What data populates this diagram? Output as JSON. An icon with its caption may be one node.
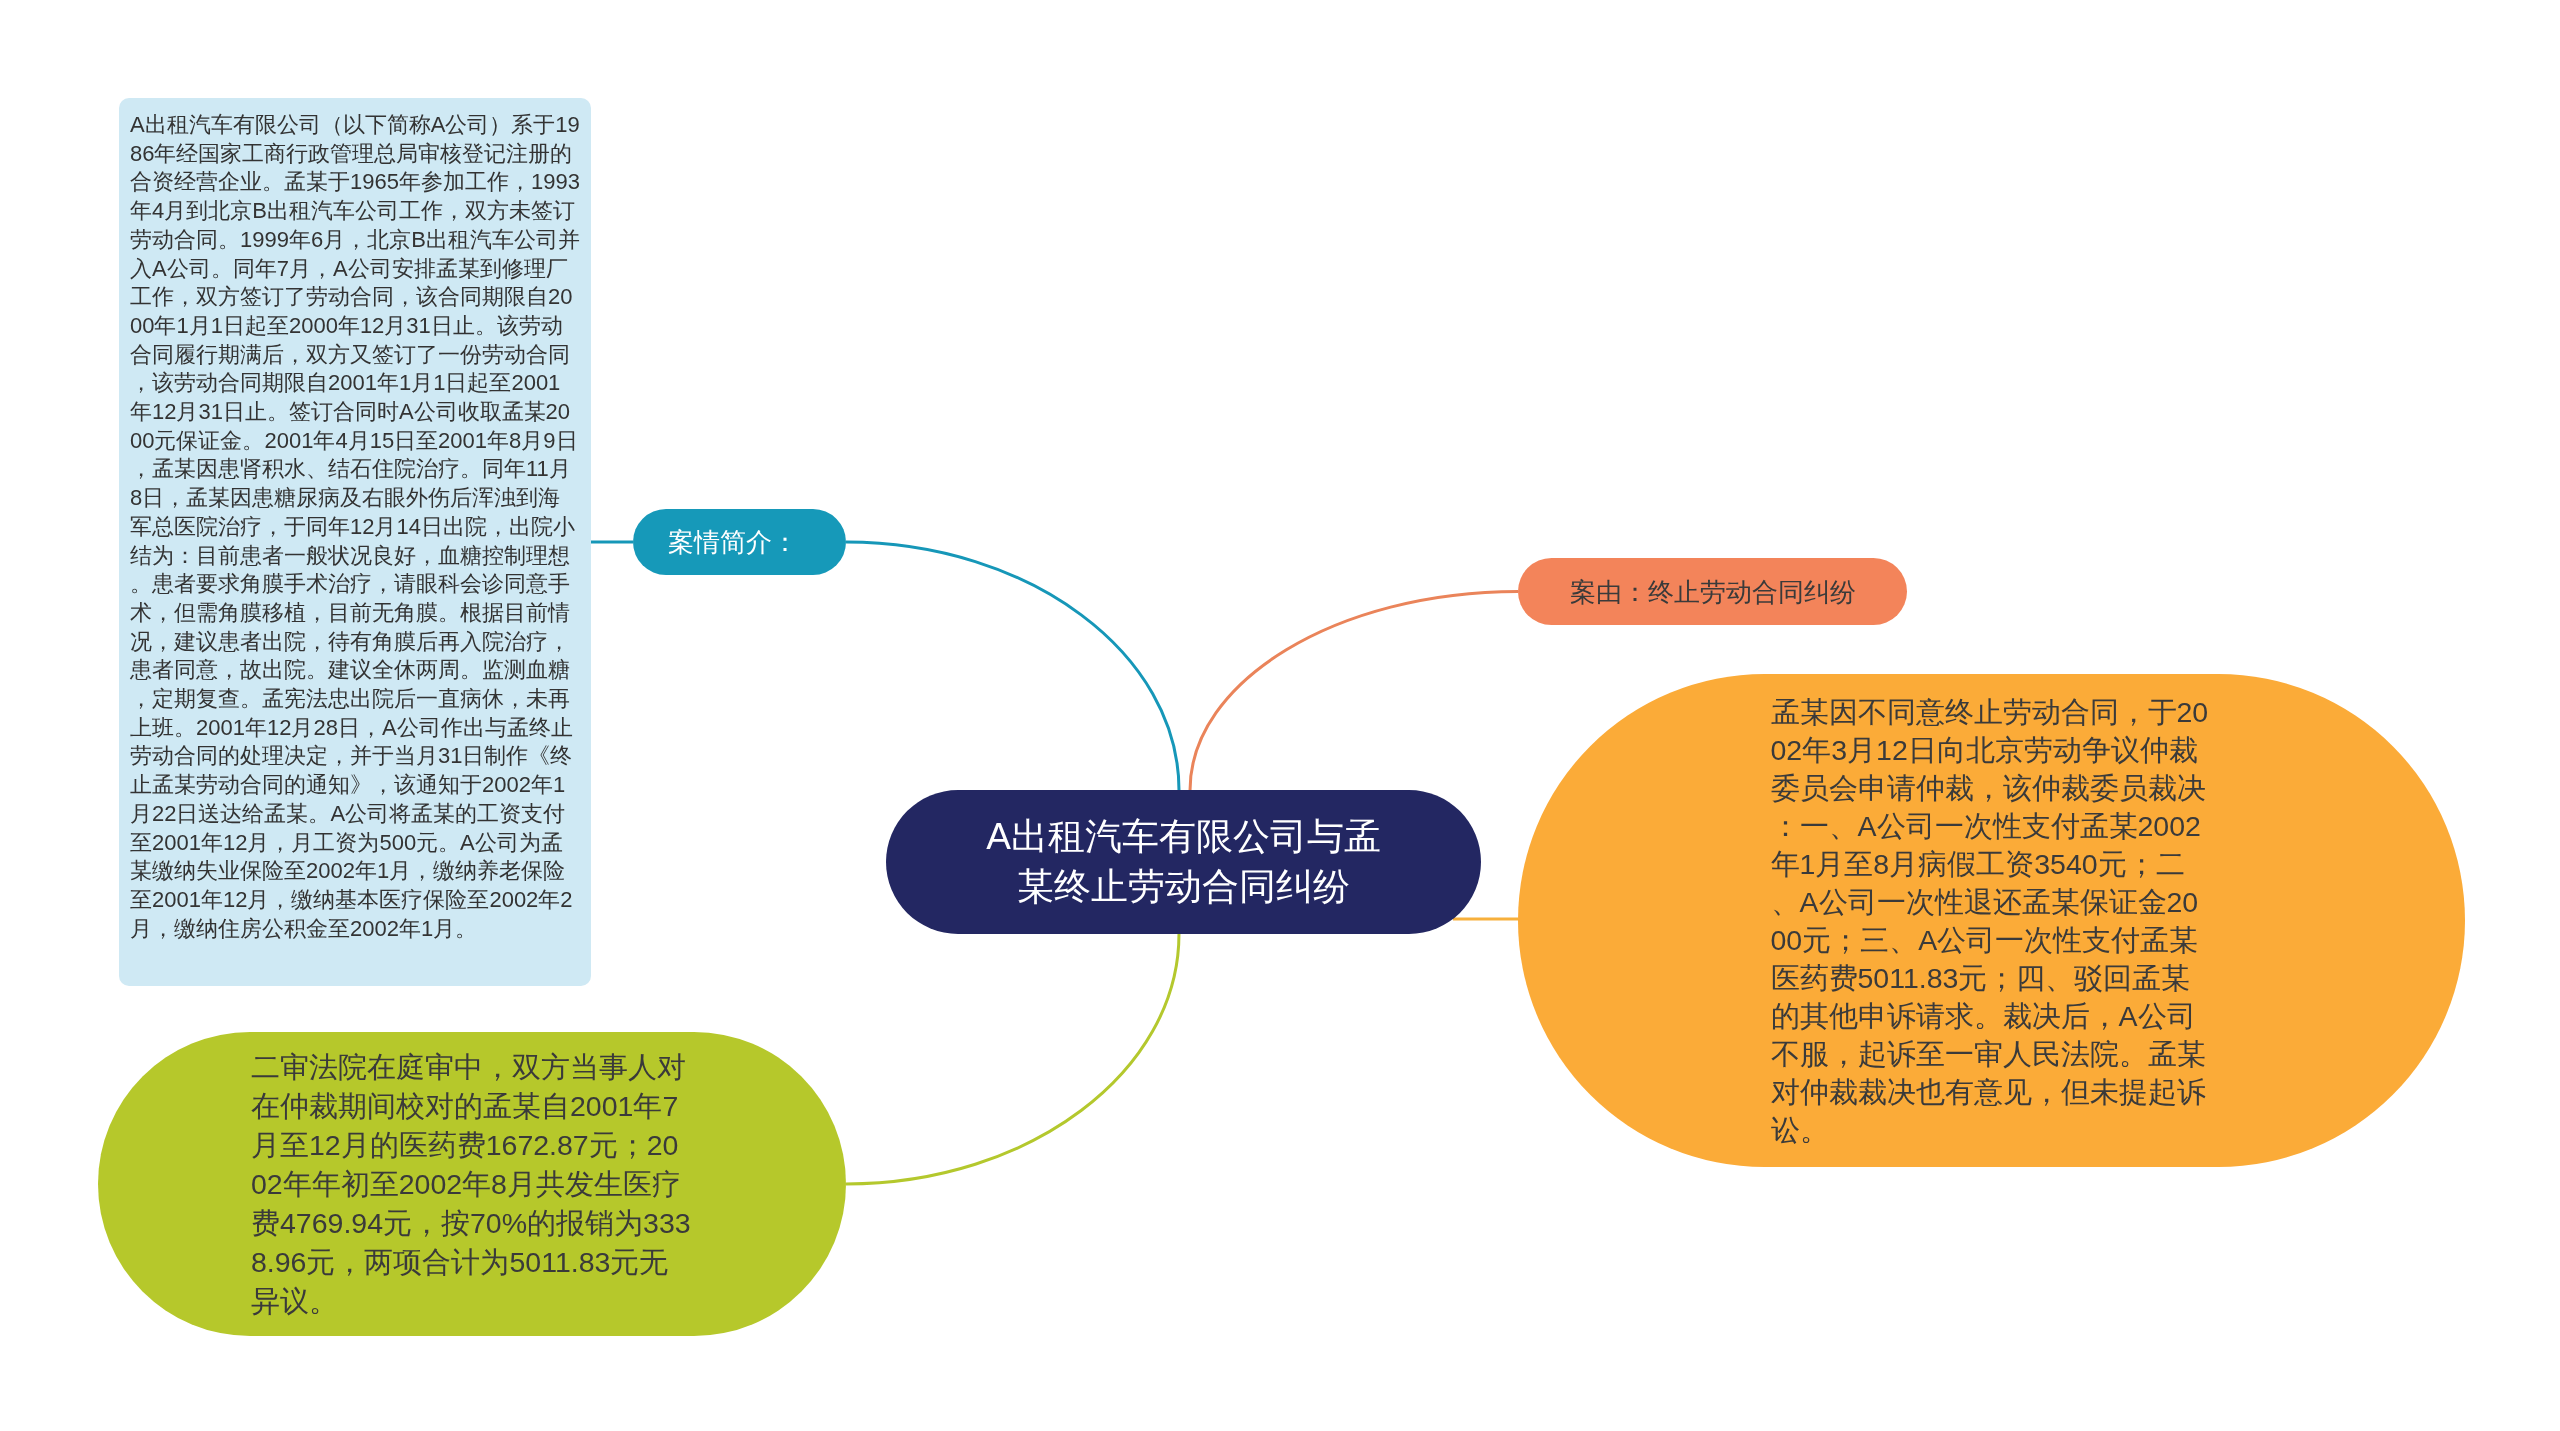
{
  "diagram": {
    "nodes": [
      {
        "text": [
          "A出租汽车有限公司与孟某终止劳动合同纠纷"
        ]
      },
      {
        "text": [
          "案情简介："
        ]
      },
      {
        "text": [
          "A出租汽车有限公司（以下简称A公司）系于1986年经国家工商行政管理总局审核登记注册的合资经营企业。孟某于1965年参加工作，1993年4月到北京B出租汽车公司工作，双方未签订劳动合同。1999年6月，北京B出租汽车公司并入A公司。同年7月，A公司安排孟某到修理厂工作，双方签订了劳动合同，该合同期限自2000年1月1日起至2000年12月31日止。该劳动合同履行期满后，双方又签订了一份劳动合同，该劳动合同期限自2001年1月1日起至2001年12月31日止。签订合同时A公司收取孟某2000元保证金。2001年4月15日至2001年8月9日，孟某因患肾积水、结石住院治疗。同年11月8日，孟某因患糖尿病及右眼外伤后浑浊到海军总医院治疗，于同年12月14日出院，出院小结为：目前患者一般状况良好，血糖控制理想。患者要求角膜手术治疗，请眼科会诊同意手术，但需角膜移植，目前无角膜。根据目前情况，建议患者出院，待有角膜后再入院治疗，患者同意，故出院。建议全休两周。监测血糖，定期复查。孟宪法忠出院后一直病休，未再上班。2001年12月28日，A公司作出与孟终止劳动合同的处理决定，并于当月31日制作《终止孟某劳动合同的通知》，该通知于2002年1月22日送达给孟某。A公司将孟某的工资支付至2001年12月，月工资为500元。A公司为孟某缴纳失业保险至2002年1月，缴纳养老保险至2001年12月，缴纳基本医疗保险至2002年2月，缴纳住房公积金至2002年1月。"
        ]
      },
      {
        "text": [
          "案由：终止劳动合同纠纷"
        ]
      },
      {
        "text": [
          "孟某因不同意终止劳动合同，于2002年3月12日向北京劳动争议仲裁委员会申请仲裁，该仲裁委员裁决：一、A公司一次性支付孟某2002年1月至8月病假工资3540元；二、A公司一次性退还孟某保证金2000元；三、A公司一次性支付孟某医药费5011.83元；四、驳回孟某的其他申诉请求。裁决后，A公司不服，起诉至一审人民法院。孟某对仲裁裁决也有意见，但未提起诉讼。"
        ]
      },
      {
        "text": [
          "二审法院在庭审中，双方当事人对在仲裁期间校对的孟某自2001年7月至12月的医药费1672.87元；2002年年初至2002年8月共发生医疗费4769.94元，按70%的报销为3338.96元，两项合计为5011.83元无异议。"
        ]
      }
    ],
    "edges": [
      {
        "from": 0,
        "to": 1,
        "arrow": "none",
        "color": "#1697b8"
      },
      {
        "from": 1,
        "to": 2,
        "arrow": "none",
        "color": "#1697b8"
      },
      {
        "from": 0,
        "to": 3,
        "arrow": "none",
        "color": "#ea845a"
      },
      {
        "from": 0,
        "to": 4,
        "arrow": "none",
        "color": "#f7b03c"
      },
      {
        "from": 0,
        "to": 5,
        "arrow": "none",
        "color": "#b4c82d"
      }
    ]
  }
}
